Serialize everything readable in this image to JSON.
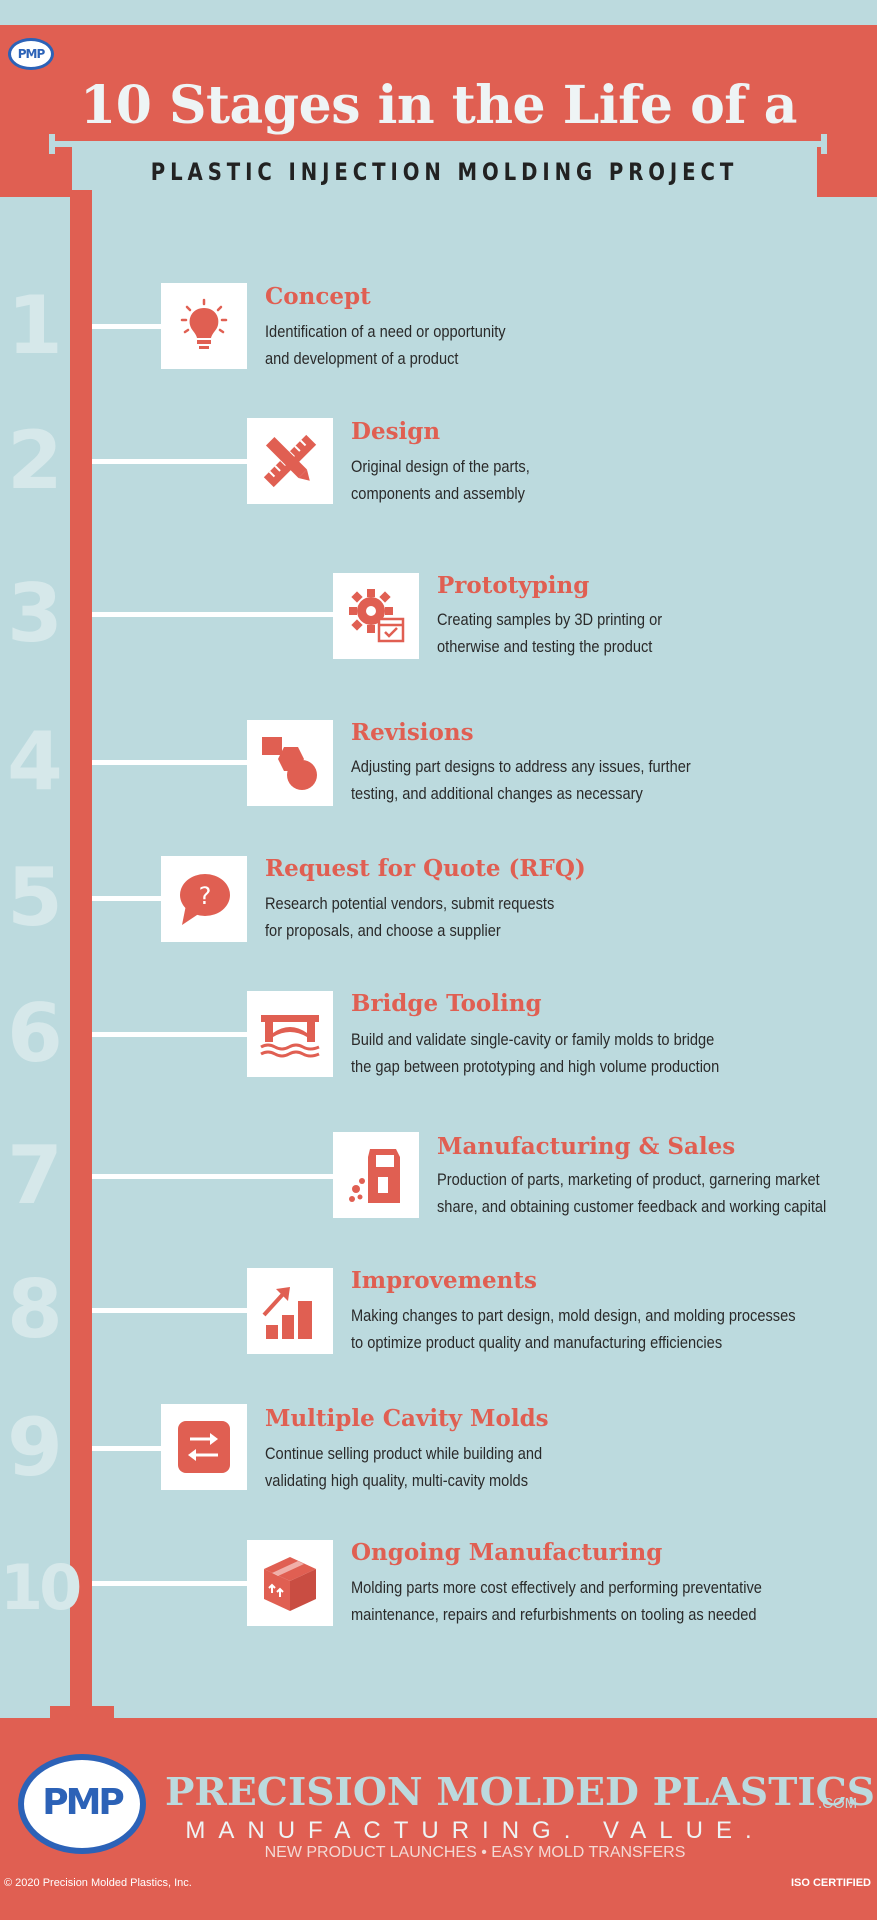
{
  "header": {
    "logo_text": "PMP",
    "title": "10 Stages in the Life of a",
    "subtitle": "PLASTIC INJECTION MOLDING PROJECT"
  },
  "stages": [
    {
      "number": "1",
      "title": "Concept",
      "desc1": "Identification of a need or opportunity",
      "desc2": "and development of a product",
      "icon": "lightbulb-icon"
    },
    {
      "number": "2",
      "title": "Design",
      "desc1": "Original design of the parts,",
      "desc2": "components and assembly",
      "icon": "ruler-pencil-icon"
    },
    {
      "number": "3",
      "title": "Prototyping",
      "desc1": "Creating samples by 3D printing or",
      "desc2": "otherwise and testing the product",
      "icon": "gear-checklist-icon"
    },
    {
      "number": "4",
      "title": "Revisions",
      "desc1": "Adjusting part designs to address any issues, further",
      "desc2": "testing, and additional changes as necessary",
      "icon": "shapes-icon"
    },
    {
      "number": "5",
      "title": "Request for Quote (RFQ)",
      "desc1": "Research potential vendors, submit requests",
      "desc2": "for proposals, and choose a supplier",
      "icon": "question-bubble-icon"
    },
    {
      "number": "6",
      "title": "Bridge Tooling",
      "desc1": "Build and validate single-cavity or family molds to bridge",
      "desc2": "the gap between prototyping and high volume production",
      "icon": "bridge-icon"
    },
    {
      "number": "7",
      "title": "Manufacturing & Sales",
      "desc1": "Production of parts, marketing of product, garnering market",
      "desc2": "share, and obtaining customer feedback and working capital",
      "icon": "machine-icon"
    },
    {
      "number": "8",
      "title": "Improvements",
      "desc1": "Making changes to part design, mold design, and molding processes",
      "desc2": "to optimize product quality and manufacturing efficiencies",
      "icon": "growth-chart-icon"
    },
    {
      "number": "9",
      "title": "Multiple Cavity Molds",
      "desc1": "Continue selling product while building and",
      "desc2": "validating high quality, multi-cavity molds",
      "icon": "transfer-arrows-icon"
    },
    {
      "number": "10",
      "title": "Ongoing Manufacturing",
      "desc1": "Molding parts more cost effectively and performing preventative",
      "desc2": "maintenance, repairs and refurbishments on tooling as needed",
      "icon": "package-icon"
    }
  ],
  "footer": {
    "logo_text": "PMP",
    "company": "PRECISION MOLDED PLASTICS",
    "dotcom": ".COM",
    "tagline": "MANUFACTURING. VALUE.",
    "services": "NEW PRODUCT LAUNCHES  •  EASY MOLD TRANSFERS",
    "copyright": "© 2020 Precision Molded Plastics, Inc.",
    "iso": "ISO CERTIFIED"
  },
  "colors": {
    "background": "#bcdade",
    "accent": "#e05f52",
    "text": "#2a2a2a",
    "logo_blue": "#2c62b7"
  }
}
